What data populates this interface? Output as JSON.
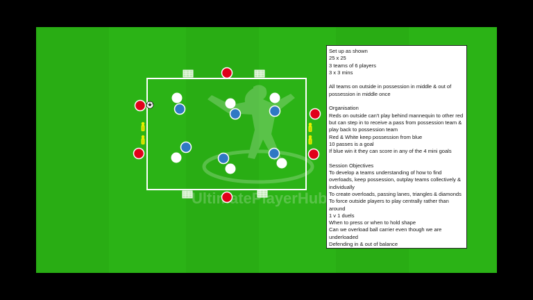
{
  "notes": {
    "lines": [
      "Set up as shown",
      "25 x 25",
      "3 teams of 6 players",
      "3 x 3 mins",
      "",
      "All teams on outside  in possession in middle & out of",
      "possession in middle once",
      "",
      "Organisation",
      "Reds on outside can't play behind mannequin to other red",
      "but can step in to receive a pass from possession team &",
      "play back to possession team",
      "Red & White keep possession from blue",
      "10 passes is a goal",
      "If blue win it they can score in any of the 4 mini goals",
      "",
      "Session Objectives",
      "To develop a teams understanding of how to find",
      "overloads, keep possession, outplay teams collectively &",
      "individually",
      "To create overloads, passing lanes, triangles & diamonds",
      "To force outside players to play centrally rather than",
      "around",
      "1 v 1 duels",
      "When to press or when to hold shape",
      "Can we overload ball carrier even though we are",
      "underloaded",
      "Defending in & out of balance"
    ]
  },
  "watermark": {
    "text": "UltimatePlayerHub"
  },
  "colors": {
    "pitch_light": "#2bb316",
    "pitch_dark": "#27a812",
    "red_team": "#e0001a",
    "blue_team": "#2f78c4",
    "white_team": "#ffffff",
    "mannequin": "#e8f000"
  },
  "players": {
    "red": 6,
    "white": 6,
    "blue": 6
  }
}
